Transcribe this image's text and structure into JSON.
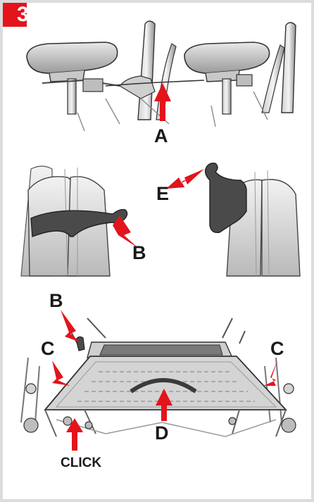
{
  "step": {
    "number": "3",
    "color": "#e3141b"
  },
  "labels": {
    "a": "A",
    "b_top": "B",
    "e": "E",
    "b_bottom": "B",
    "c_left": "C",
    "c_right": "C",
    "d": "D",
    "click": "CLICK"
  },
  "colors": {
    "arrow": "#e3141b",
    "line": "#3a3a3a",
    "part": "#4a4a4a",
    "frame": "#dcdcdc"
  }
}
